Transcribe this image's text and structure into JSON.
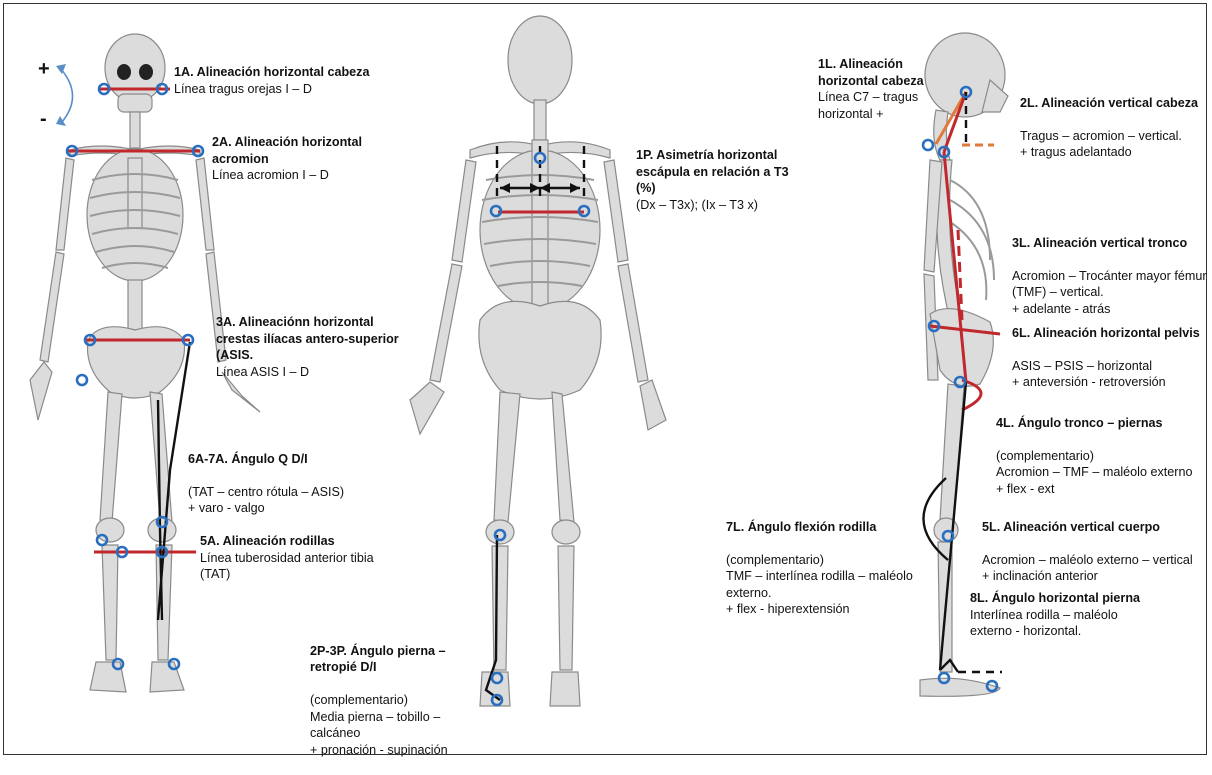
{
  "signs": {
    "plus": "+",
    "minus": "-"
  },
  "colors": {
    "bone": "#dcdcdc",
    "bone_stroke": "#8a8a8a",
    "red_line": "#c0282d",
    "marker": "#2a6fbf",
    "black_line": "#111111",
    "orange_line": "#e07a3a"
  },
  "anterior": [
    {
      "title": "1A. Alineación horizontal cabeza",
      "desc": "Línea tragus orejas I – D"
    },
    {
      "title": "2A. Alineación horizontal acromion",
      "desc": "Línea acromion I – D"
    },
    {
      "title": "3A. Alineaciónn horizontal crestas ilíacas antero-superior (ASIS.",
      "desc": "Línea ASIS I – D"
    },
    {
      "title": "6A-7A. Ángulo Q  D/I",
      "desc": "(TAT – centro rótula – ASIS)\n+ varo - valgo"
    },
    {
      "title": "5A. Alineación rodillas",
      "desc": "Línea tuberosidad anterior tibia (TAT)"
    }
  ],
  "posterior": [
    {
      "title": "1P. Asimetría horizontal escápula en relación a T3 (%)",
      "desc": "(Dx – T3x); (Ix – T3 x)"
    },
    {
      "title": "2P-3P. Ángulo pierna – retropié D/I",
      "desc": "(complementario)\nMedia pierna – tobillo – calcáneo\n+ pronación - supinación"
    }
  ],
  "lateral": [
    {
      "title": "1L. Alineación horizontal cabeza",
      "desc": "Línea C7 – tragus horizontal +"
    },
    {
      "title": "2L. Alineación vertical cabeza",
      "desc": "Tragus – acromion – vertical.\n+ tragus adelantado"
    },
    {
      "title": "3L. Alineación vertical tronco",
      "desc": "Acromion – Trocánter mayor fémur (TMF) – vertical.\n+ adelante - atrás"
    },
    {
      "title": "6L. Alineación horizontal pelvis",
      "desc": "ASIS – PSIS – horizontal\n+ anteversión - retroversión"
    },
    {
      "title": "4L. Ángulo tronco – piernas",
      "desc": "(complementario)\nAcromion – TMF – maléolo externo\n+ flex - ext"
    },
    {
      "title": "7L. Ángulo flexión rodilla",
      "desc": "(complementario)\nTMF – interlínea rodilla – maléolo externo.\n+ flex - hiperextensión"
    },
    {
      "title": "5L. Alineación vertical cuerpo",
      "desc": "Acromion – maléolo externo – vertical\n+ inclinación anterior"
    },
    {
      "title": "8L. Ángulo horizontal pierna",
      "desc": "Interlínea rodilla – maléolo externo - horizontal."
    }
  ]
}
